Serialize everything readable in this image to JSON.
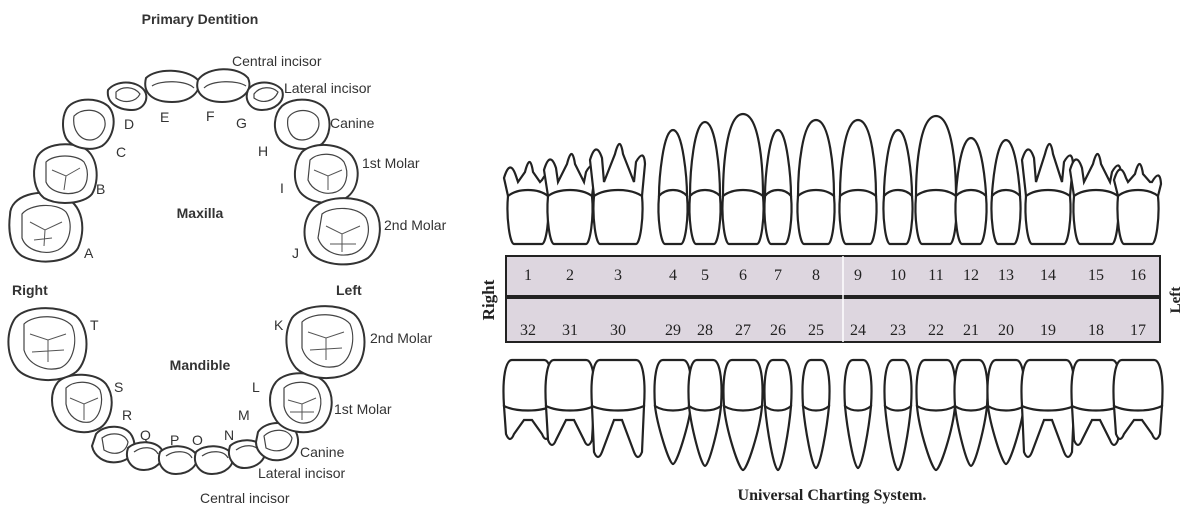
{
  "primary": {
    "title": "Primary Dentition",
    "maxilla": "Maxilla",
    "mandible": "Mandible",
    "right": "Right",
    "left": "Left",
    "upper_letters": [
      "A",
      "B",
      "C",
      "D",
      "E",
      "F",
      "G",
      "H",
      "I",
      "J"
    ],
    "lower_letters": [
      "K",
      "L",
      "M",
      "N",
      "O",
      "P",
      "Q",
      "R",
      "S",
      "T"
    ],
    "upper_tooth_names": [
      "Central incisor",
      "Lateral incisor",
      "Canine",
      "1st Molar",
      "2nd Molar"
    ],
    "lower_tooth_names": [
      "2nd Molar",
      "1st Molar",
      "Canine",
      "Lateral incisor",
      "Central incisor"
    ]
  },
  "universal": {
    "caption": "Universal Charting System.",
    "right": "Right",
    "left": "Left",
    "upper_numbers": [
      "1",
      "2",
      "3",
      "4",
      "5",
      "6",
      "7",
      "8",
      "9",
      "10",
      "11",
      "12",
      "13",
      "14",
      "15",
      "16"
    ],
    "lower_numbers": [
      "32",
      "31",
      "30",
      "29",
      "28",
      "27",
      "26",
      "25",
      "24",
      "23",
      "22",
      "21",
      "20",
      "19",
      "18",
      "17"
    ]
  }
}
